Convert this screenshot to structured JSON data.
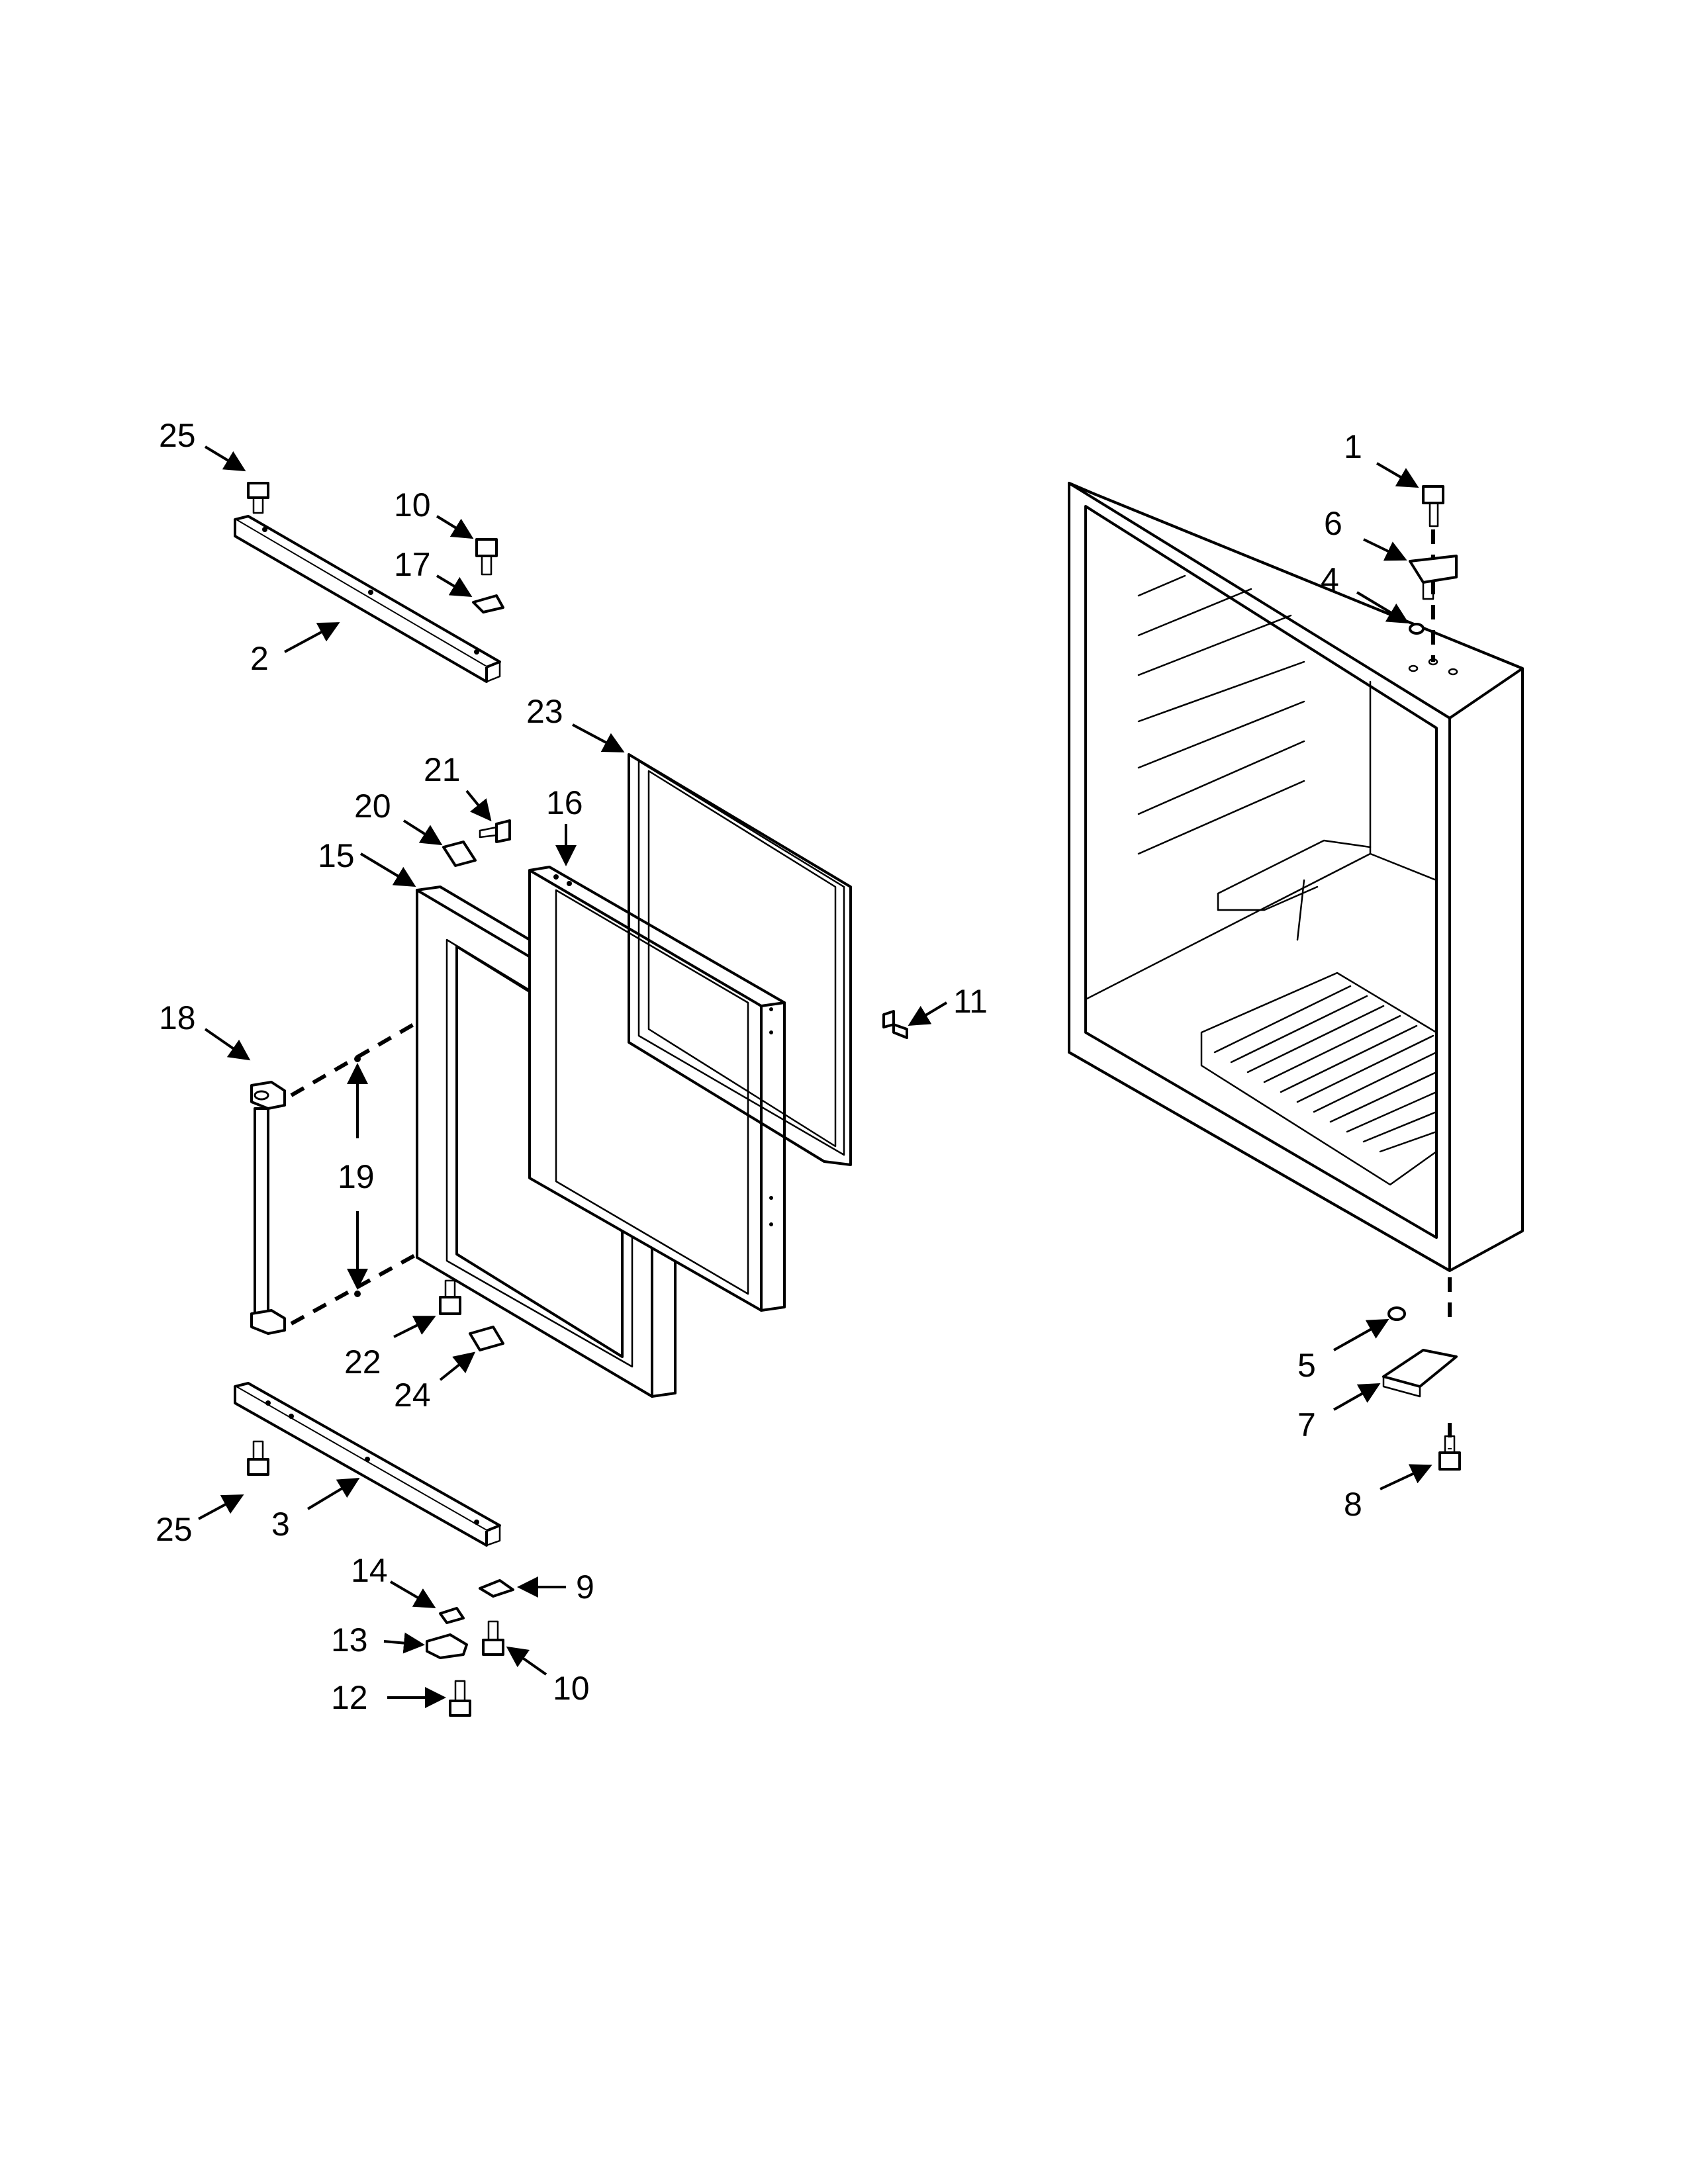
{
  "callouts": {
    "c1": "1",
    "c2": "2",
    "c3": "3",
    "c4": "4",
    "c5": "5",
    "c6": "6",
    "c7": "7",
    "c8": "8",
    "c9": "9",
    "c10a": "10",
    "c10b": "10",
    "c11": "11",
    "c12": "12",
    "c13": "13",
    "c14": "14",
    "c15": "15",
    "c16": "16",
    "c17": "17",
    "c18": "18",
    "c19": "19",
    "c20": "20",
    "c21": "21",
    "c22": "22",
    "c23": "23",
    "c24": "24",
    "c25a": "25",
    "c25b": "25"
  }
}
